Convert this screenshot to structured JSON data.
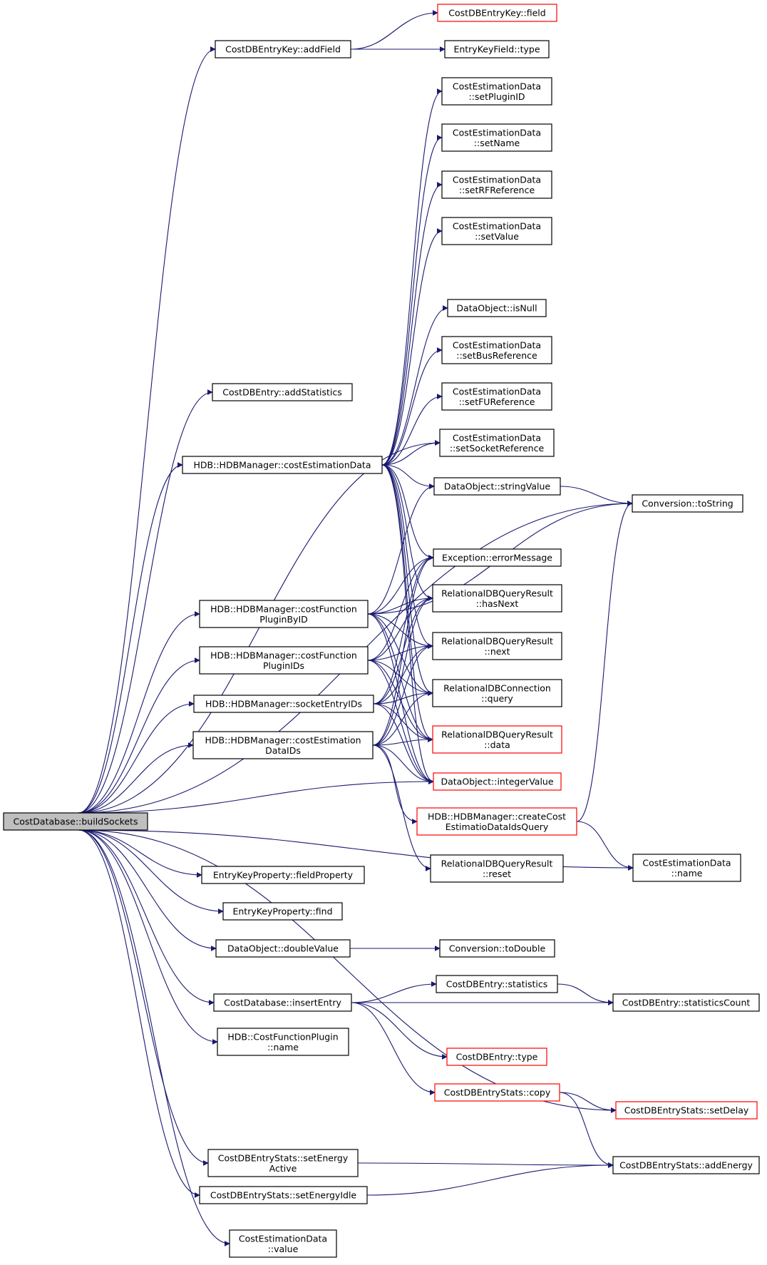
{
  "colors": {
    "edge": "#191970",
    "node_border": "#000000",
    "node_border_truncated": "#ff0000",
    "root_fill": "#bfbfbf",
    "node_fill": "#ffffff"
  },
  "nodes": [
    {
      "id": "root",
      "lines": [
        "CostDatabase::buildSockets"
      ],
      "style": "root"
    },
    {
      "id": "dbkey_field",
      "lines": [
        "CostDBEntryKey::field"
      ],
      "style": "truncated"
    },
    {
      "id": "dbkey_addfield",
      "lines": [
        "CostDBEntryKey::addField"
      ],
      "style": "normal"
    },
    {
      "id": "ekf_type",
      "lines": [
        "EntryKeyField::type"
      ],
      "style": "normal"
    },
    {
      "id": "ced_setpluginid",
      "lines": [
        "CostEstimationData",
        "::setPluginID"
      ],
      "style": "normal"
    },
    {
      "id": "ced_setname",
      "lines": [
        "CostEstimationData",
        "::setName"
      ],
      "style": "normal"
    },
    {
      "id": "ced_setrfref",
      "lines": [
        "CostEstimationData",
        "::setRFReference"
      ],
      "style": "normal"
    },
    {
      "id": "ced_setvalue",
      "lines": [
        "CostEstimationData",
        "::setValue"
      ],
      "style": "normal"
    },
    {
      "id": "do_isnull",
      "lines": [
        "DataObject::isNull"
      ],
      "style": "normal"
    },
    {
      "id": "ced_setbusref",
      "lines": [
        "CostEstimationData",
        "::setBusReference"
      ],
      "style": "normal"
    },
    {
      "id": "dbentry_addstats",
      "lines": [
        "CostDBEntry::addStatistics"
      ],
      "style": "normal"
    },
    {
      "id": "ced_setfuref",
      "lines": [
        "CostEstimationData",
        "::setFUReference"
      ],
      "style": "normal"
    },
    {
      "id": "ced_setsocketref",
      "lines": [
        "CostEstimationData",
        "::setSocketReference"
      ],
      "style": "normal"
    },
    {
      "id": "hdb_costestdata",
      "lines": [
        "HDB::HDBManager::costEstimationData"
      ],
      "style": "normal"
    },
    {
      "id": "do_stringvalue",
      "lines": [
        "DataObject::stringValue"
      ],
      "style": "normal"
    },
    {
      "id": "conv_tostring",
      "lines": [
        "Conversion::toString"
      ],
      "style": "normal"
    },
    {
      "id": "exc_errmsg",
      "lines": [
        "Exception::errorMessage"
      ],
      "style": "normal"
    },
    {
      "id": "hdb_cfpbyid",
      "lines": [
        "HDB::HDBManager::costFunction",
        "PluginByID"
      ],
      "style": "normal"
    },
    {
      "id": "rdbqr_hasnext",
      "lines": [
        "RelationalDBQueryResult",
        "::hasNext"
      ],
      "style": "normal"
    },
    {
      "id": "hdb_cfpids",
      "lines": [
        "HDB::HDBManager::costFunction",
        "PluginIDs"
      ],
      "style": "normal"
    },
    {
      "id": "rdbqr_next",
      "lines": [
        "RelationalDBQueryResult",
        "::next"
      ],
      "style": "normal"
    },
    {
      "id": "rdbconn_query",
      "lines": [
        "RelationalDBConnection",
        "::query"
      ],
      "style": "normal"
    },
    {
      "id": "hdb_socketentryids",
      "lines": [
        "HDB::HDBManager::socketEntryIDs"
      ],
      "style": "normal"
    },
    {
      "id": "hdb_costestdataids",
      "lines": [
        "HDB::HDBManager::costEstimation",
        "DataIDs"
      ],
      "style": "normal"
    },
    {
      "id": "rdbqr_data",
      "lines": [
        "RelationalDBQueryResult",
        "::data"
      ],
      "style": "truncated"
    },
    {
      "id": "do_integervalue",
      "lines": [
        "DataObject::integerValue"
      ],
      "style": "truncated"
    },
    {
      "id": "hdb_createquery",
      "lines": [
        "HDB::HDBManager::createCost",
        "EstimatioDataIdsQuery"
      ],
      "style": "truncated"
    },
    {
      "id": "ekp_fieldproperty",
      "lines": [
        "EntryKeyProperty::fieldProperty"
      ],
      "style": "normal"
    },
    {
      "id": "rdbqr_reset",
      "lines": [
        "RelationalDBQueryResult",
        "::reset"
      ],
      "style": "normal"
    },
    {
      "id": "ced_name",
      "lines": [
        "CostEstimationData",
        "::name"
      ],
      "style": "normal"
    },
    {
      "id": "ekp_find",
      "lines": [
        "EntryKeyProperty::find"
      ],
      "style": "normal"
    },
    {
      "id": "do_doublevalue",
      "lines": [
        "DataObject::doubleValue"
      ],
      "style": "normal"
    },
    {
      "id": "conv_todouble",
      "lines": [
        "Conversion::toDouble"
      ],
      "style": "normal"
    },
    {
      "id": "dbentry_statistics",
      "lines": [
        "CostDBEntry::statistics"
      ],
      "style": "normal"
    },
    {
      "id": "cdb_insertentry",
      "lines": [
        "CostDatabase::insertEntry"
      ],
      "style": "normal"
    },
    {
      "id": "dbentry_statscount",
      "lines": [
        "CostDBEntry::statisticsCount"
      ],
      "style": "normal"
    },
    {
      "id": "hdb_cfp_name",
      "lines": [
        "HDB::CostFunctionPlugin",
        "::name"
      ],
      "style": "normal"
    },
    {
      "id": "dbentry_type",
      "lines": [
        "CostDBEntry::type"
      ],
      "style": "truncated"
    },
    {
      "id": "stats_copy",
      "lines": [
        "CostDBEntryStats::copy"
      ],
      "style": "truncated"
    },
    {
      "id": "stats_setdelay",
      "lines": [
        "CostDBEntryStats::setDelay"
      ],
      "style": "truncated"
    },
    {
      "id": "stats_setenergyactive",
      "lines": [
        "CostDBEntryStats::setEnergy",
        "Active"
      ],
      "style": "normal"
    },
    {
      "id": "stats_addenergy",
      "lines": [
        "CostDBEntryStats::addEnergy"
      ],
      "style": "normal"
    },
    {
      "id": "stats_setenergyidle",
      "lines": [
        "CostDBEntryStats::setEnergyIdle"
      ],
      "style": "normal"
    },
    {
      "id": "ced_value",
      "lines": [
        "CostEstimationData",
        "::value"
      ],
      "style": "normal"
    }
  ],
  "edges": [
    [
      "root",
      "dbkey_addfield"
    ],
    [
      "root",
      "dbentry_addstats"
    ],
    [
      "root",
      "hdb_costestdata"
    ],
    [
      "root",
      "hdb_cfpbyid"
    ],
    [
      "root",
      "hdb_cfpids"
    ],
    [
      "root",
      "hdb_socketentryids"
    ],
    [
      "root",
      "hdb_costestdataids"
    ],
    [
      "root",
      "do_integervalue"
    ],
    [
      "root",
      "ekp_fieldproperty"
    ],
    [
      "root",
      "ekp_find"
    ],
    [
      "root",
      "do_doublevalue"
    ],
    [
      "root",
      "cdb_insertentry"
    ],
    [
      "root",
      "hdb_cfp_name"
    ],
    [
      "root",
      "stats_setdelay"
    ],
    [
      "root",
      "stats_setenergyactive"
    ],
    [
      "root",
      "stats_setenergyidle"
    ],
    [
      "root",
      "ced_value"
    ],
    [
      "root",
      "ced_name"
    ],
    [
      "root",
      "ced_setsocketref"
    ],
    [
      "root",
      "conv_tostring"
    ],
    [
      "dbkey_addfield",
      "dbkey_field"
    ],
    [
      "dbkey_addfield",
      "ekf_type"
    ],
    [
      "hdb_costestdata",
      "ced_setpluginid"
    ],
    [
      "hdb_costestdata",
      "ced_setname"
    ],
    [
      "hdb_costestdata",
      "ced_setrfref"
    ],
    [
      "hdb_costestdata",
      "ced_setvalue"
    ],
    [
      "hdb_costestdata",
      "do_isnull"
    ],
    [
      "hdb_costestdata",
      "ced_setbusref"
    ],
    [
      "hdb_costestdata",
      "ced_setfuref"
    ],
    [
      "hdb_costestdata",
      "ced_setsocketref"
    ],
    [
      "hdb_costestdata",
      "do_stringvalue"
    ],
    [
      "hdb_costestdata",
      "exc_errmsg"
    ],
    [
      "hdb_costestdata",
      "rdbqr_hasnext"
    ],
    [
      "hdb_costestdata",
      "rdbqr_next"
    ],
    [
      "hdb_costestdata",
      "rdbconn_query"
    ],
    [
      "hdb_costestdata",
      "rdbqr_data"
    ],
    [
      "hdb_costestdata",
      "do_integervalue"
    ],
    [
      "do_stringvalue",
      "conv_tostring"
    ],
    [
      "hdb_cfpbyid",
      "conv_tostring"
    ],
    [
      "hdb_cfpbyid",
      "do_stringvalue"
    ],
    [
      "hdb_cfpbyid",
      "exc_errmsg"
    ],
    [
      "hdb_cfpbyid",
      "rdbqr_hasnext"
    ],
    [
      "hdb_cfpbyid",
      "rdbqr_next"
    ],
    [
      "hdb_cfpbyid",
      "rdbconn_query"
    ],
    [
      "hdb_cfpbyid",
      "rdbqr_data"
    ],
    [
      "hdb_cfpbyid",
      "do_integervalue"
    ],
    [
      "hdb_cfpids",
      "exc_errmsg"
    ],
    [
      "hdb_cfpids",
      "rdbqr_hasnext"
    ],
    [
      "hdb_cfpids",
      "rdbqr_next"
    ],
    [
      "hdb_cfpids",
      "rdbconn_query"
    ],
    [
      "hdb_cfpids",
      "rdbqr_data"
    ],
    [
      "hdb_cfpids",
      "do_integervalue"
    ],
    [
      "hdb_socketentryids",
      "exc_errmsg"
    ],
    [
      "hdb_socketentryids",
      "rdbqr_hasnext"
    ],
    [
      "hdb_socketentryids",
      "rdbqr_next"
    ],
    [
      "hdb_socketentryids",
      "rdbconn_query"
    ],
    [
      "hdb_socketentryids",
      "rdbqr_data"
    ],
    [
      "hdb_socketentryids",
      "do_integervalue"
    ],
    [
      "hdb_costestdataids",
      "exc_errmsg"
    ],
    [
      "hdb_costestdataids",
      "rdbqr_hasnext"
    ],
    [
      "hdb_costestdataids",
      "rdbqr_next"
    ],
    [
      "hdb_costestdataids",
      "rdbconn_query"
    ],
    [
      "hdb_costestdataids",
      "rdbqr_data"
    ],
    [
      "hdb_costestdataids",
      "do_integervalue"
    ],
    [
      "hdb_costestdataids",
      "hdb_createquery"
    ],
    [
      "hdb_costestdataids",
      "rdbqr_reset"
    ],
    [
      "hdb_createquery",
      "conv_tostring"
    ],
    [
      "hdb_createquery",
      "ced_name"
    ],
    [
      "do_doublevalue",
      "conv_todouble"
    ],
    [
      "cdb_insertentry",
      "dbentry_statistics"
    ],
    [
      "cdb_insertentry",
      "dbentry_statscount"
    ],
    [
      "cdb_insertentry",
      "dbentry_type"
    ],
    [
      "cdb_insertentry",
      "stats_copy"
    ],
    [
      "dbentry_statistics",
      "dbentry_statscount"
    ],
    [
      "stats_copy",
      "stats_setdelay"
    ],
    [
      "stats_copy",
      "stats_addenergy"
    ],
    [
      "stats_setenergyactive",
      "stats_addenergy"
    ],
    [
      "stats_setenergyidle",
      "stats_addenergy"
    ]
  ]
}
